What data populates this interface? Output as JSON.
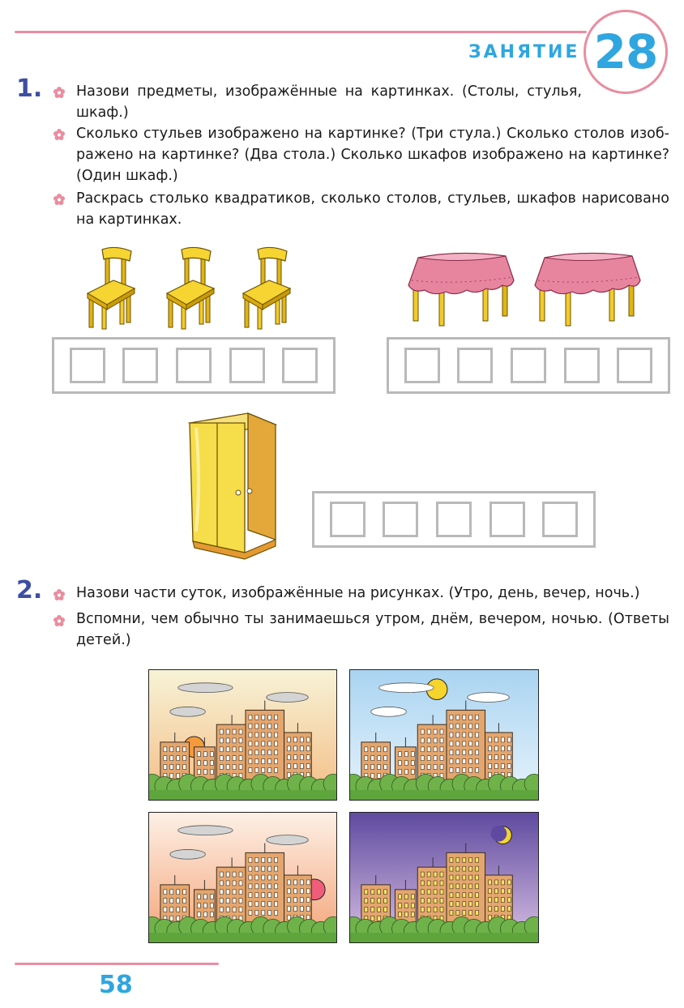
{
  "header": {
    "lesson_word": "ЗАНЯТИЕ",
    "lesson_number": "28"
  },
  "task1": {
    "number": "1.",
    "items": [
      "Назови предметы, изображённые на картинках. (Столы, стулья, шкаф.)",
      "Сколько стульев изображено на картинке? (Три стула.)  Сколько столов изоб­ражено на картинке? (Два стола.) Сколько шкафов изображено на картинке? (Один шкаф.)",
      "Раскрась столько квадратиков, сколько столов, стульев, шкафов нарисовано на картинках."
    ],
    "groups": [
      {
        "name": "chairs",
        "count": 3,
        "squares": 5
      },
      {
        "name": "tables",
        "count": 2,
        "squares": 5
      },
      {
        "name": "wardrobe",
        "count": 1,
        "squares": 5
      }
    ]
  },
  "task2": {
    "number": "2.",
    "items": [
      "Назови части суток, изображённые на рисунках. (Утро, день, вечер, ночь.)",
      "Вспомни, чем обычно ты занимаешься утром, днём, вечером, ночью. (Ответы детей.)"
    ]
  },
  "scenes": [
    {
      "key": "morning",
      "sky_top": "#f7f3d6",
      "sky_bottom": "#f4bd86",
      "sun": "#f59a3c",
      "body": "sun"
    },
    {
      "key": "day",
      "sky_top": "#a9d4f1",
      "sky_bottom": "#e7f3fb",
      "sun": "#f5d42c",
      "body": "sun"
    },
    {
      "key": "evening",
      "sky_top": "#fdf0e6",
      "sky_bottom": "#f4a478",
      "sun": "#ef5d7a",
      "body": "sun"
    },
    {
      "key": "night",
      "sky_top": "#5e4aa0",
      "sky_bottom": "#d8bfe2",
      "sun": "#f5d42c",
      "body": "moon"
    }
  ],
  "colors": {
    "accent_blue": "#2fa6df",
    "accent_pink": "#e98da0",
    "task_number": "#3d4fa1",
    "box_gray": "#b9b9b9"
  },
  "footer": {
    "page_number": "58"
  }
}
